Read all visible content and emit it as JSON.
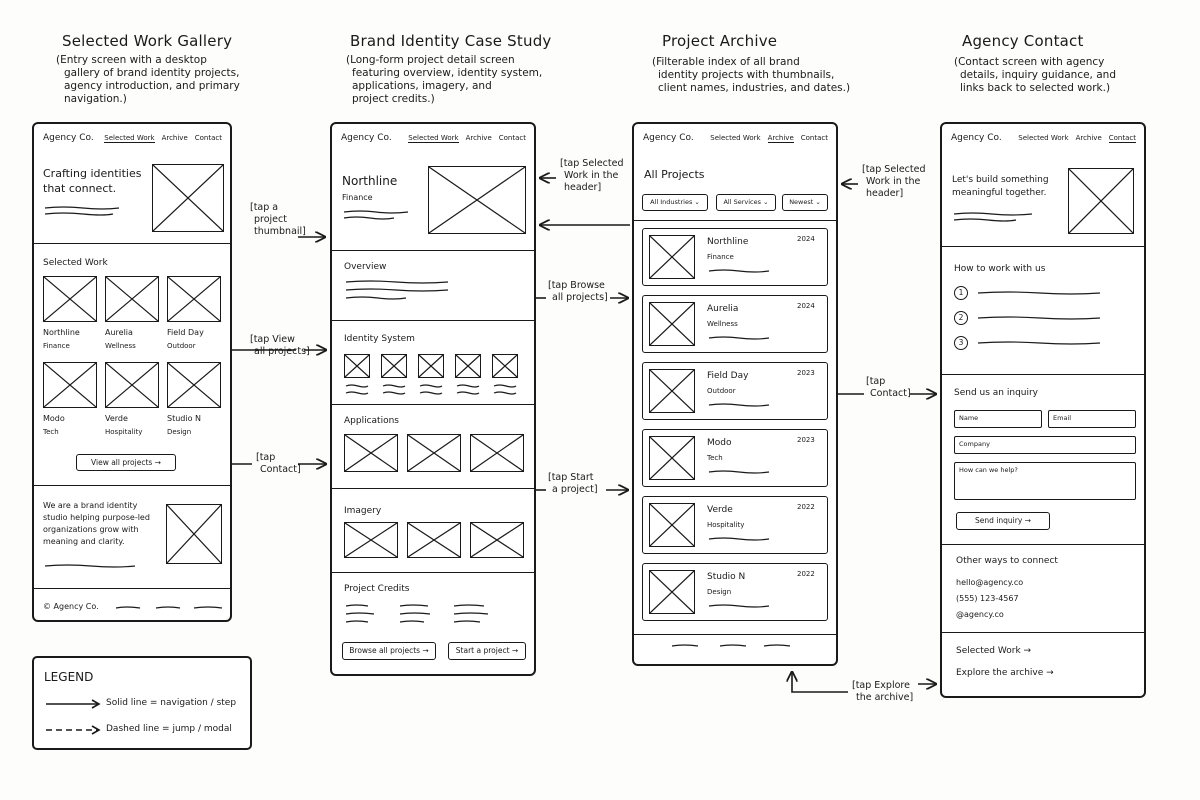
{
  "screens": {
    "gallery": {
      "title": "Selected Work Gallery",
      "desc": [
        "(Entry screen with a desktop",
        "gallery of brand identity projects,",
        "agency introduction, and primary",
        "navigation.)"
      ],
      "hero": "Crafting identities that connect.",
      "section": "Selected Work",
      "projects": [
        {
          "name": "Northline",
          "industry": "Finance"
        },
        {
          "name": "Aurelia",
          "industry": "Wellness"
        },
        {
          "name": "Field Day",
          "industry": "Outdoor"
        },
        {
          "name": "Modo",
          "industry": "Tech"
        },
        {
          "name": "Verde",
          "industry": "Hospitality"
        },
        {
          "name": "Studio N",
          "industry": "Design"
        }
      ],
      "view_all": "View all projects →",
      "about": "We are a brand identity studio helping purpose-led organizations grow with meaning and clarity.",
      "footer": "© Agency Co."
    },
    "case": {
      "title": "Brand Identity Case Study",
      "desc": [
        "(Long-form project detail screen",
        "featuring overview, identity system,",
        "applications, imagery, and",
        "project credits.)"
      ],
      "project": "Northline",
      "industry": "Finance",
      "overview": "Overview",
      "identity": "Identity System",
      "applications": "Applications",
      "imagery": "Imagery",
      "credits": "Project Credits",
      "browse": "Browse all projects →",
      "start": "Start a project →"
    },
    "archive": {
      "title": "Project Archive",
      "desc": [
        "(Filterable index of all brand",
        "identity projects with thumbnails,",
        "client names, industries, and dates.)"
      ],
      "heading": "All Projects",
      "filters": [
        "All Industries ⌄",
        "All Services ⌄",
        "Newest ⌄"
      ],
      "items": [
        {
          "name": "Northline",
          "industry": "Finance",
          "year": "2024"
        },
        {
          "name": "Aurelia",
          "industry": "Wellness",
          "year": "2024"
        },
        {
          "name": "Field Day",
          "industry": "Outdoor",
          "year": "2023"
        },
        {
          "name": "Modo",
          "industry": "Tech",
          "year": "2023"
        },
        {
          "name": "Verde",
          "industry": "Hospitality",
          "year": "2022"
        },
        {
          "name": "Studio N",
          "industry": "Design",
          "year": "2022"
        }
      ]
    },
    "contact": {
      "title": "Agency Contact",
      "desc": [
        "(Contact screen with agency",
        "details, inquiry guidance, and",
        "links back to selected work.)"
      ],
      "hero": "Let's build something meaningful together.",
      "how": "How to work with us",
      "steps": [
        "1",
        "2",
        "3"
      ],
      "inquiry": "Send us an inquiry",
      "name_ph": "Name",
      "email_ph": "Email",
      "company_ph": "Company",
      "help_ph": "How can we help?",
      "send": "Send inquiry →",
      "other": "Other ways to connect",
      "email": "hello@agency.co",
      "phone": "(555) 123-4567",
      "handle": "@agency.co",
      "link_work": "Selected Work →",
      "link_archive": "Explore the archive →"
    }
  },
  "header": {
    "brand": "Agency Co.",
    "nav": [
      "Selected Work",
      "Archive",
      "Contact"
    ]
  },
  "annotations": {
    "thumb": [
      "[tap a",
      "project",
      "thumbnail]"
    ],
    "view_all": [
      "[tap View",
      "all projects]"
    ],
    "contact1": [
      "[tap",
      "Contact]"
    ],
    "selected1": [
      "[tap Selected",
      "Work in the",
      "header]"
    ],
    "browse": [
      "[tap Browse",
      "all projects]"
    ],
    "start": [
      "[tap Start",
      "a project]"
    ],
    "selected2": [
      "[tap Selected",
      "Work in the",
      "header]"
    ],
    "contact2": [
      "[tap",
      "Contact]"
    ],
    "explore": [
      "[tap Explore",
      "the archive]"
    ]
  },
  "legend": {
    "title": "LEGEND",
    "solid": "Solid line = navigation / step",
    "dashed": "Dashed line = jump / modal"
  }
}
